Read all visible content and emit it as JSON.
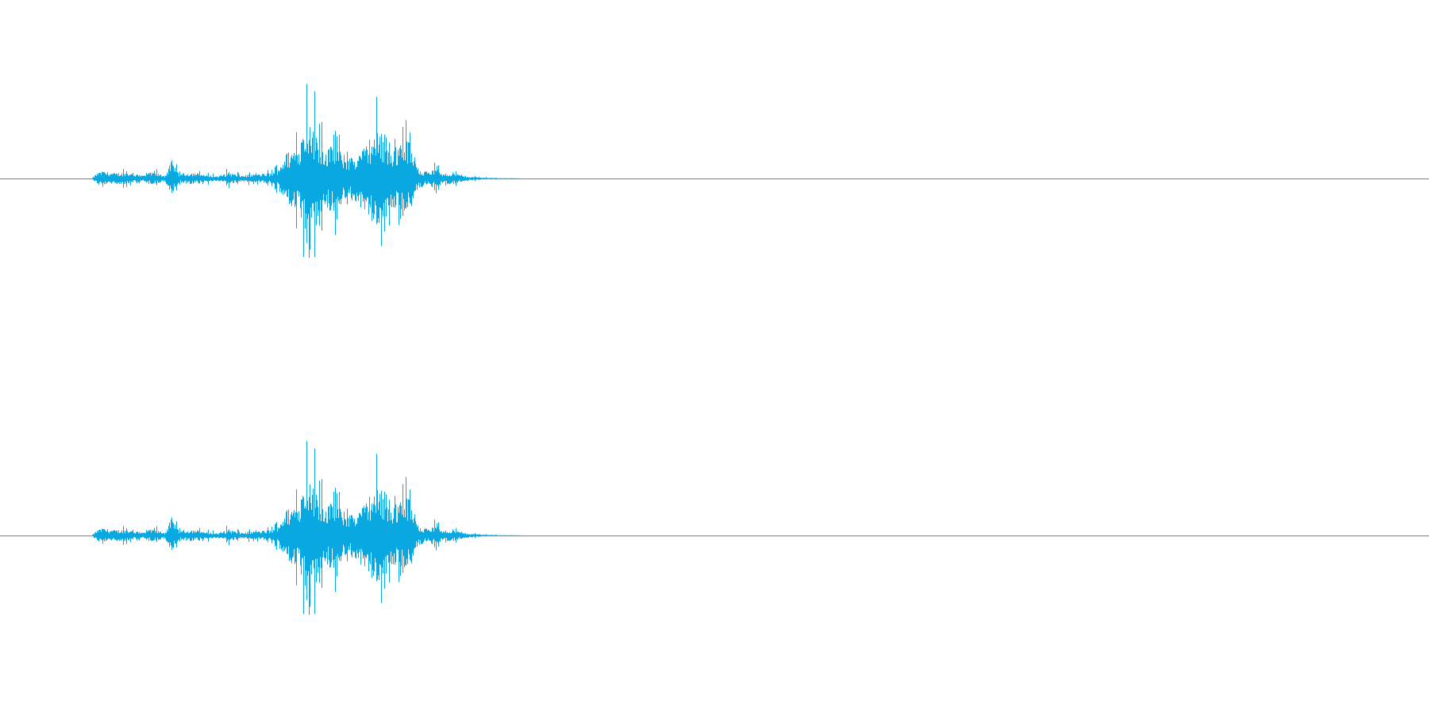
{
  "colors": {
    "background": "#ffffff",
    "waveform": "#0aa8e0",
    "baseline": "#0aa8e0"
  },
  "chart_data": {
    "type": "area",
    "x_unit": "seconds",
    "duration": 6.25,
    "ylim": [
      -1,
      1
    ],
    "grid": false,
    "axes_visible": false,
    "channels": [
      {
        "envelope": {
          "x": [
            0.0,
            0.4,
            0.42,
            0.45,
            0.5,
            0.55,
            0.62,
            0.67,
            0.72,
            0.75,
            0.78,
            0.84,
            0.9,
            0.95,
            1.0,
            1.05,
            1.1,
            1.15,
            1.2,
            1.25,
            1.3,
            1.34,
            1.38,
            1.42,
            1.46,
            1.5,
            1.54,
            1.58,
            1.62,
            1.66,
            1.7,
            1.74,
            1.78,
            1.82,
            1.86,
            1.9,
            1.94,
            1.98,
            2.02,
            2.06,
            2.1,
            2.14,
            2.2,
            2.3,
            6.25
          ],
          "amplitude": [
            0.0,
            0.0,
            0.08,
            0.12,
            0.09,
            0.1,
            0.05,
            0.1,
            0.05,
            0.3,
            0.08,
            0.1,
            0.06,
            0.04,
            0.1,
            0.05,
            0.06,
            0.08,
            0.1,
            0.42,
            0.55,
            0.95,
            0.8,
            0.5,
            0.55,
            0.4,
            0.35,
            0.45,
            0.7,
            0.8,
            0.45,
            0.55,
            0.7,
            0.2,
            0.12,
            0.15,
            0.08,
            0.1,
            0.05,
            0.03,
            0.02,
            0.01,
            0.005,
            0.0,
            0.0
          ]
        }
      },
      {
        "envelope": {
          "x": [
            0.0,
            0.4,
            0.42,
            0.45,
            0.5,
            0.55,
            0.62,
            0.67,
            0.72,
            0.75,
            0.78,
            0.84,
            0.9,
            0.95,
            1.0,
            1.05,
            1.1,
            1.15,
            1.2,
            1.25,
            1.3,
            1.34,
            1.38,
            1.42,
            1.46,
            1.5,
            1.54,
            1.58,
            1.62,
            1.66,
            1.7,
            1.74,
            1.78,
            1.82,
            1.86,
            1.9,
            1.94,
            1.98,
            2.02,
            2.06,
            2.1,
            2.14,
            2.2,
            2.3,
            6.25
          ],
          "amplitude": [
            0.0,
            0.0,
            0.08,
            0.12,
            0.09,
            0.1,
            0.05,
            0.1,
            0.05,
            0.3,
            0.08,
            0.1,
            0.06,
            0.04,
            0.1,
            0.05,
            0.06,
            0.08,
            0.1,
            0.42,
            0.55,
            0.95,
            0.8,
            0.5,
            0.55,
            0.4,
            0.35,
            0.45,
            0.7,
            0.8,
            0.45,
            0.55,
            0.7,
            0.2,
            0.12,
            0.15,
            0.08,
            0.1,
            0.05,
            0.03,
            0.02,
            0.01,
            0.005,
            0.0,
            0.0
          ]
        }
      }
    ]
  }
}
